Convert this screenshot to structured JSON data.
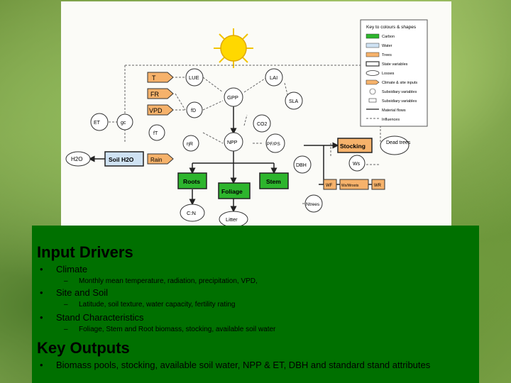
{
  "diagram": {
    "legend": {
      "title": "Key to colours & shapes",
      "items": [
        "Carbon",
        "Water",
        "Trees",
        "State variables",
        "Losses",
        "Climate & site inputs",
        "Subsidiary variables",
        "Subsidiary variables",
        "Material flows",
        "Influences"
      ]
    },
    "nodes": {
      "T": "T",
      "FR": "FR",
      "VPD": "VPD",
      "LUE": "LUE",
      "LAI": "LAI",
      "GPP": "GPP",
      "SLA": "SLA",
      "ft": "fT",
      "fd": "fD",
      "ET": "ET",
      "gc": "gc",
      "CO2": "CO2",
      "NPP": "NPP",
      "Rr": "ηR",
      "PFS": "PF/PS",
      "Stocking": "Stocking",
      "DeadTrees": "Dead trees",
      "H2O": "H2O",
      "SoilH2O": "Soil H2O",
      "Rain": "Rain",
      "DBH": "DBH",
      "Ws": "Ws",
      "Roots": "Roots",
      "Stem": "Stem",
      "Foliage": "Foliage",
      "WF": "WF",
      "Wstem": "Ws/Wroots",
      "WR": "WR",
      "CN": "C:N",
      "Litter": "Litter",
      "Ntrees": "Ntrees"
    }
  },
  "sections": {
    "input_heading": "Input Drivers",
    "climate": "Climate",
    "climate_sub": "Monthly mean temperature, radiation, precipitation, VPD,",
    "site": "Site and Soil",
    "site_sub": "Latitude, soil texture, water capacity, fertility rating",
    "stand": "Stand Characteristics",
    "stand_sub": "Foliage, Stem and Root biomass, stocking, available soil water",
    "output_heading": "Key Outputs",
    "output_item": "Biomass pools, stocking, available soil water, NPP & ET, DBH and standard stand attributes"
  },
  "glyphs": {
    "bullet": "•",
    "dash": "–"
  },
  "colors": {
    "panel": "#007000",
    "green_box": "#2db52d",
    "orange_box": "#f6b26b",
    "blue_box": "#cfe2f3"
  }
}
